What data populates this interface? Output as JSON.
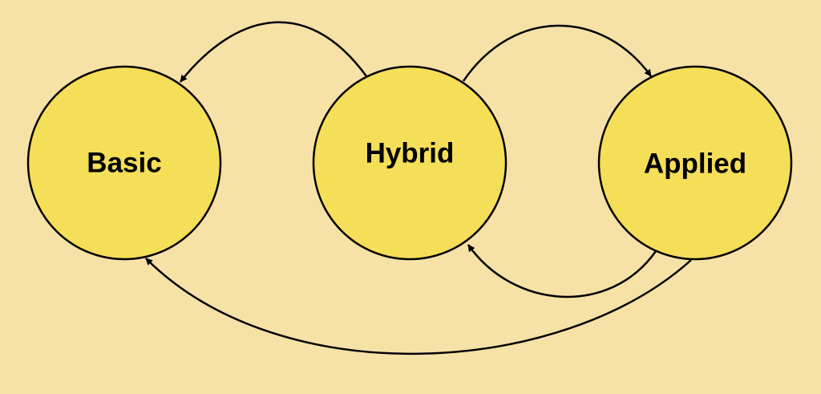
{
  "diagram": {
    "background_color": "#f6e2a6",
    "node_fill": "#f5de58",
    "stroke_color": "#000000",
    "nodes": {
      "basic": "Basic",
      "hybrid": "Hybrid",
      "applied": "Applied"
    },
    "edges": [
      {
        "from": "Hybrid",
        "to": "Basic"
      },
      {
        "from": "Hybrid",
        "to": "Applied"
      },
      {
        "from": "Applied",
        "to": "Hybrid"
      },
      {
        "from": "Applied",
        "to": "Basic"
      }
    ]
  }
}
